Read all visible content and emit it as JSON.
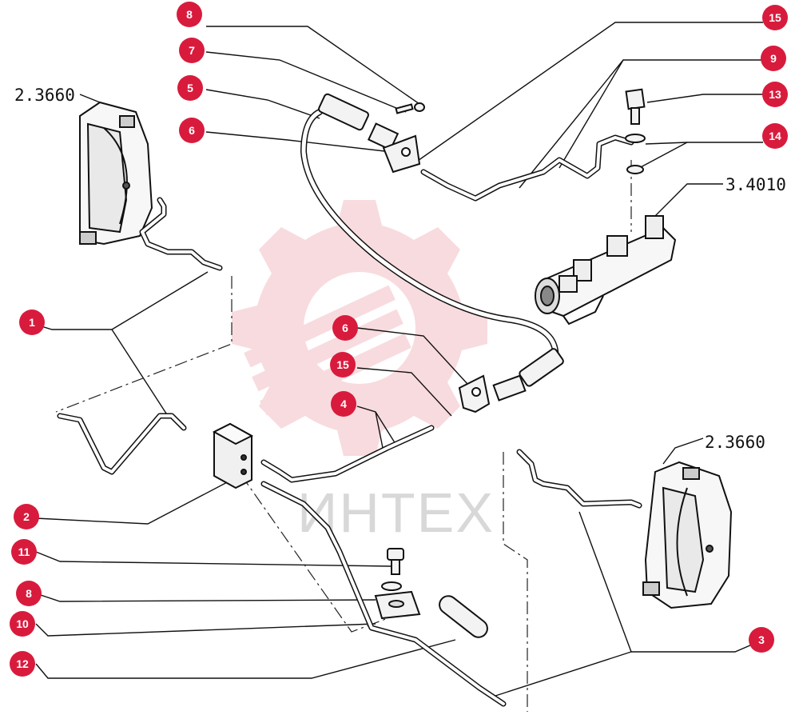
{
  "diagram": {
    "watermark_text": "ИНТЕХ",
    "accent_color": "#d81b3c",
    "callout_text_color": "#ffffff",
    "reference_labels": [
      "2.3660",
      "2.3660",
      "3.4010"
    ],
    "callouts": [
      "8",
      "15",
      "7",
      "9",
      "5",
      "13",
      "6",
      "14",
      "1",
      "6",
      "15",
      "4",
      "2",
      "11",
      "8",
      "10",
      "3",
      "12"
    ]
  }
}
